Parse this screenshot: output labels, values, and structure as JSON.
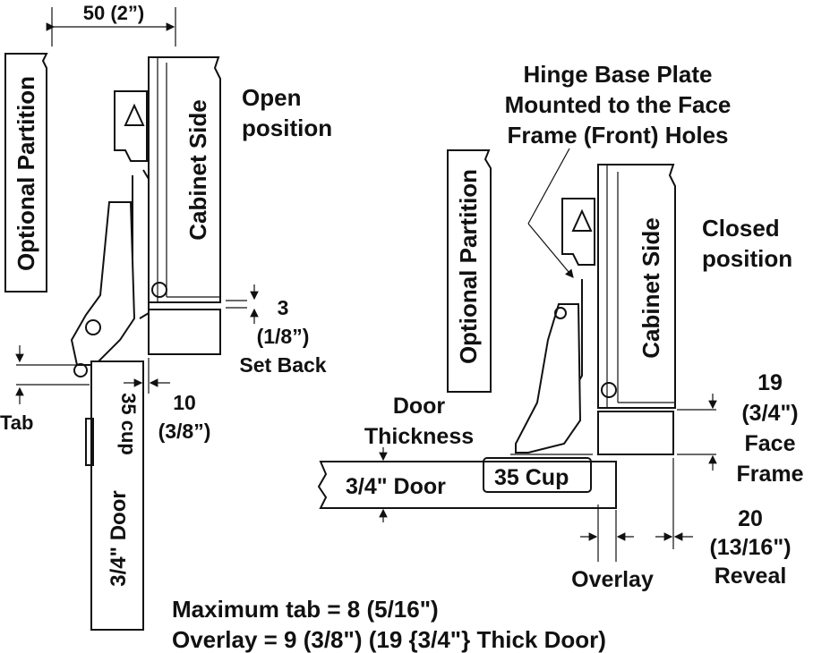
{
  "colors": {
    "ink": "#111111",
    "background": "#ffffff"
  },
  "open": {
    "dim_width": "50 (2”)",
    "partition": "Optional Partition",
    "cabinet": "Cabinet Side",
    "position": [
      "Open",
      "position"
    ],
    "setback": [
      "3",
      "(1/8”)",
      "Set Back"
    ],
    "gap": [
      "10",
      "(3/8”)"
    ],
    "tab": "Tab",
    "cup": "35 cup",
    "door": "3/4\" Door"
  },
  "closed": {
    "callout": [
      "Hinge Base Plate",
      "Mounted to the Face",
      "Frame (Front) Holes"
    ],
    "partition": "Optional Partition",
    "cabinet": "Cabinet Side",
    "position": [
      "Closed",
      "position"
    ],
    "faceframe": [
      "19",
      "(3/4\")",
      "Face",
      "Frame"
    ],
    "door_thickness": [
      "Door",
      "Thickness"
    ],
    "door": "3/4\" Door",
    "cup": "35 Cup",
    "overlay": "Overlay",
    "reveal": [
      "20",
      "(13/16\")",
      "Reveal"
    ]
  },
  "notes": [
    "Maximum tab = 8 (5/16\")",
    "Overlay = 9 (3/8\") (19 {3/4\"} Thick Door)"
  ]
}
